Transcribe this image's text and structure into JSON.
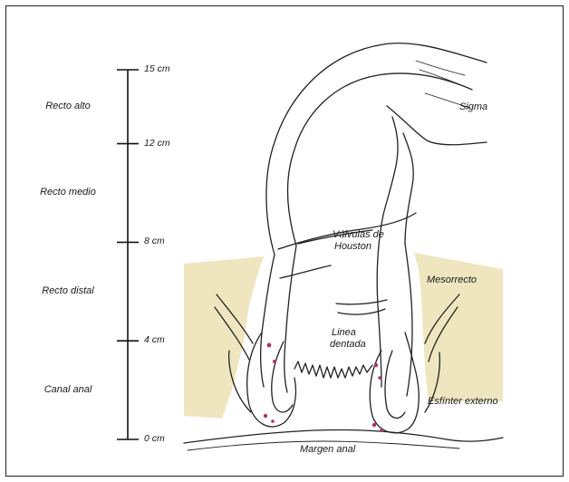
{
  "scale": {
    "ticks": [
      {
        "value": 15,
        "label": "15 cm"
      },
      {
        "value": 12,
        "label": "12 cm"
      },
      {
        "value": 8,
        "label": "8 cm"
      },
      {
        "value": 4,
        "label": "4 cm"
      },
      {
        "value": 0,
        "label": "0 cm"
      }
    ],
    "regions": [
      {
        "label": "Recto alto",
        "from": 12,
        "to": 15
      },
      {
        "label": "Recto medio",
        "from": 8,
        "to": 12
      },
      {
        "label": "Recto distal",
        "from": 4,
        "to": 8
      },
      {
        "label": "Canal anal",
        "from": 0,
        "to": 4
      }
    ]
  },
  "anatomy_labels": {
    "sigma": "Sigma",
    "valvulas_line1": "Válvulas de",
    "valvulas_line2": "Houston",
    "mesorrecto": "Mesorrecto",
    "linea_line1": "Linea",
    "linea_line2": "dentada",
    "esfinter": "Esfínter externo",
    "margen": "Margen anal"
  },
  "colors": {
    "mesorectum_fat": "#ede3b8",
    "ink": "#222222",
    "muscle_accent": "#b0306a"
  }
}
